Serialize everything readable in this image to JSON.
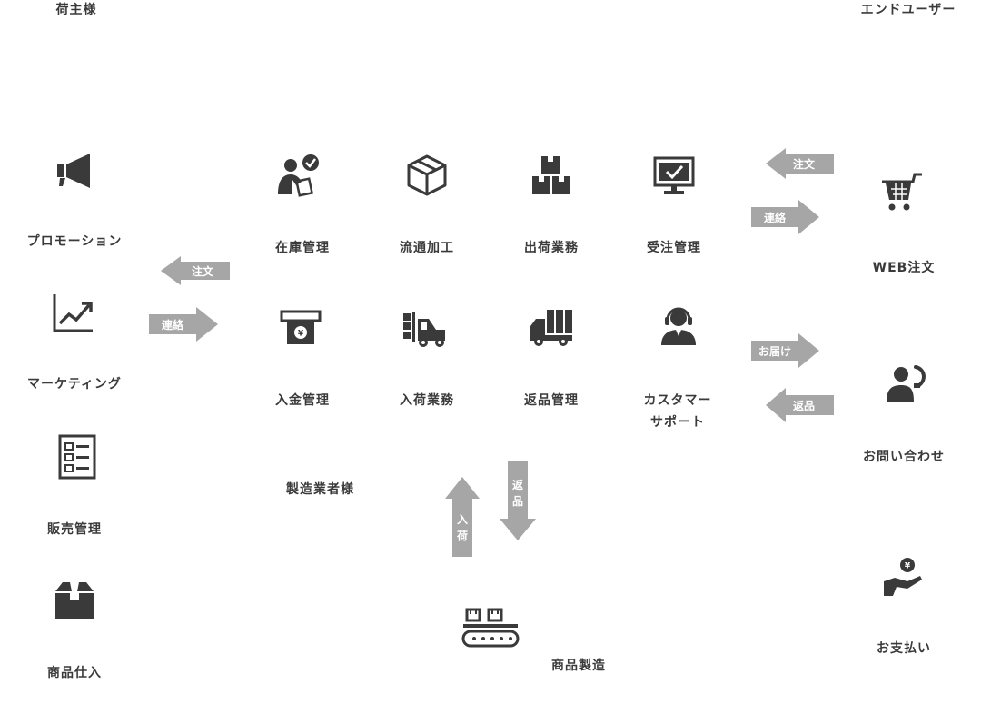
{
  "headers": {
    "shipper": "荷主様",
    "end_user": "エンドユーザー",
    "manufacturer": "製造業者様"
  },
  "shipper_items": {
    "promotion": "プロモーション",
    "marketing": "マーケティング",
    "sales_mgmt": "販売管理",
    "purchase": "商品仕入"
  },
  "center_items": {
    "inventory": "在庫管理",
    "processing": "流通加工",
    "shipping": "出荷業務",
    "order_mgmt": "受注管理",
    "payment_mgmt": "入金管理",
    "receiving": "入荷業務",
    "returns_mgmt": "返品管理",
    "support_line1": "カスタマー",
    "support_line2": "サポート"
  },
  "end_user_items": {
    "web_order": "WEB注文",
    "inquiry": "お問い合わせ",
    "payment": "お支払い"
  },
  "bottom": {
    "manufacturing": "商品製造"
  },
  "arrows": {
    "left_order": "注文",
    "left_contact": "連絡",
    "right_order": "注文",
    "right_contact": "連絡",
    "delivery": "お届け",
    "returns_right": "返品",
    "receiving_vertical": "入荷",
    "returns_vertical": "返品"
  },
  "colors": {
    "icon": "#3a3a3a",
    "arrow": "#a6a6a6",
    "text": "#3a3a3a",
    "arrow_text": "#ffffff"
  }
}
